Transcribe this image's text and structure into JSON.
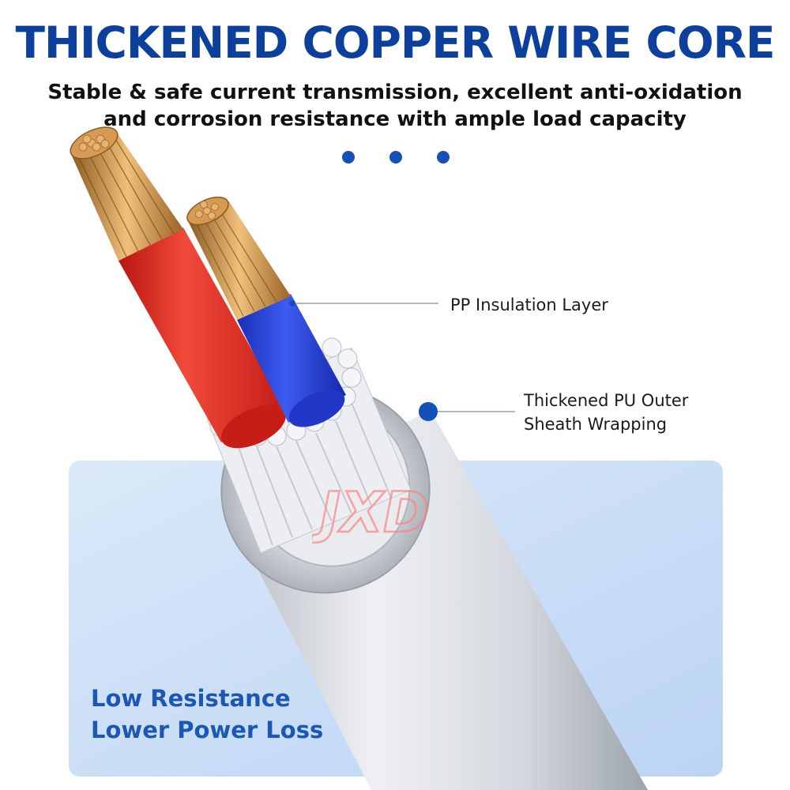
{
  "header": {
    "title": "THICKENED COPPER WIRE CORE",
    "subtitle_line1": "Stable & safe current transmission, excellent anti-oxidation",
    "subtitle_line2": "and corrosion resistance with ample load capacity"
  },
  "callouts": {
    "pp_label": "PP Insulation Layer",
    "pu_label_line1": "Thickened PU Outer",
    "pu_label_line2": "Sheath Wrapping"
  },
  "claims": {
    "line1": "Low Resistance",
    "line2": "Lower Power Loss"
  },
  "watermark": {
    "text": "JXD"
  },
  "colors": {
    "title_blue": "#0d3f9c",
    "text_dark": "#111111",
    "claim_blue": "#1d57b5",
    "dot_blue": "#1450b8",
    "red_insulation": "#e0241f",
    "blue_insulation": "#1f3fd8",
    "copper": "#d99a4e",
    "sheath_gray": "#d8dbe0",
    "panel_light_blue": "#cfe1f7",
    "watermark_red": "#ff8080"
  }
}
